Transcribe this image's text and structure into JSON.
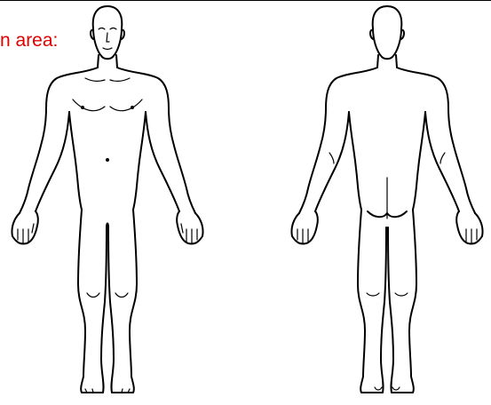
{
  "instruction": {
    "text": "n area:",
    "color": "#e00000"
  },
  "figures": [
    {
      "view": "front",
      "icon": "human-body-front-icon"
    },
    {
      "view": "back",
      "icon": "human-body-back-icon"
    }
  ],
  "colors": {
    "line": "#000000",
    "background": "#ffffff"
  }
}
